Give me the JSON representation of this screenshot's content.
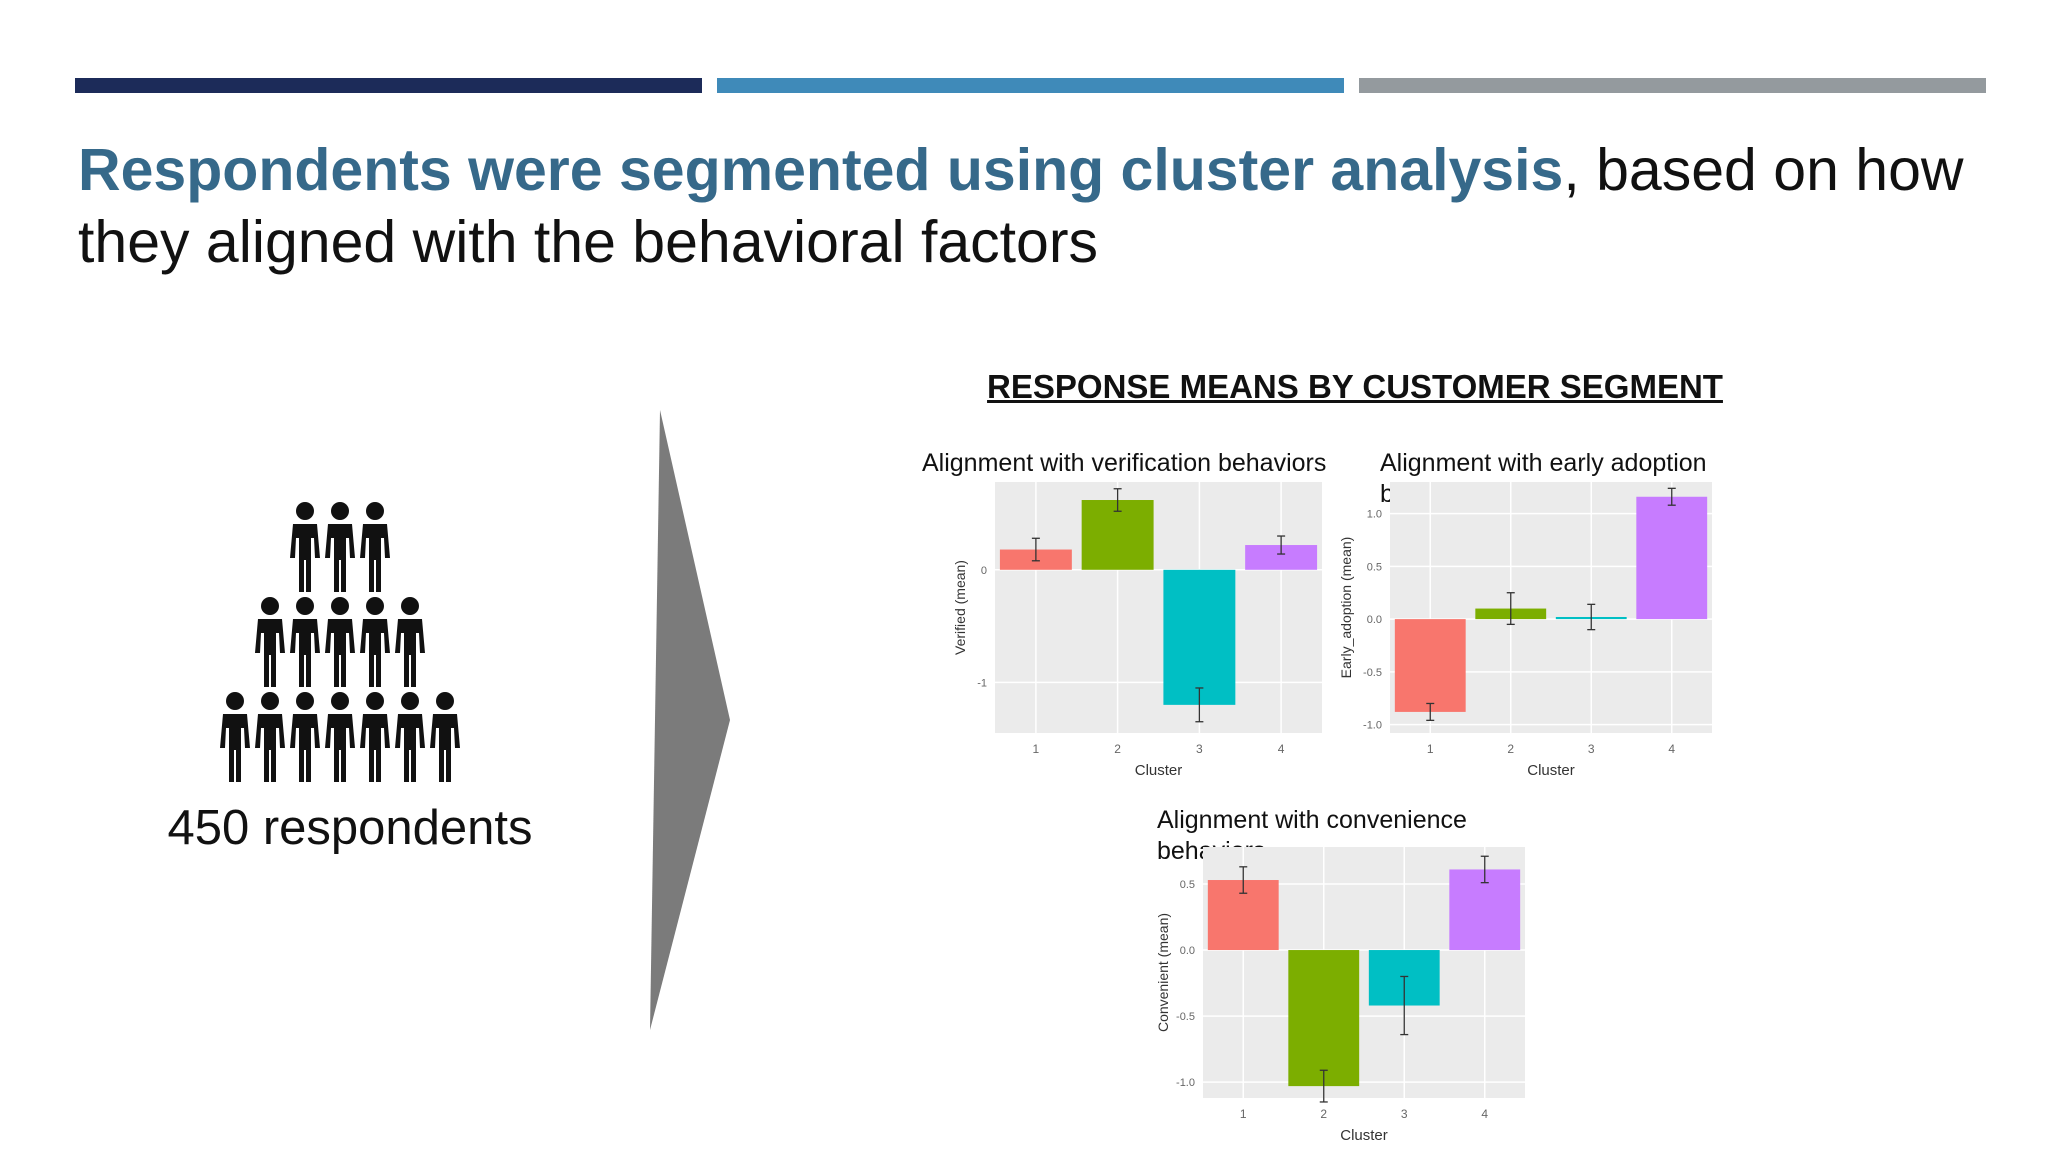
{
  "title": {
    "highlight": "Respondents were segmented using cluster analysis",
    "rest": ", based on how they aligned with the behavioral factors"
  },
  "respondents_label": "450 respondents",
  "chart_section_title": "RESPONSE MEANS BY CUSTOMER SEGMENT",
  "colors": {
    "cluster1": "#f8766d",
    "cluster2": "#7cae00",
    "cluster3": "#00bfc4",
    "cluster4": "#c77cff",
    "panel": "#ebebeb",
    "dark_blue": "#1c2b59",
    "mid_blue": "#3f8ab9",
    "gray": "#949a9e",
    "title_blue": "#36698a"
  },
  "icons": {
    "people": "people-pyramid-icon",
    "arrow": "chevron-arrow-icon"
  },
  "chart_data": [
    {
      "type": "bar",
      "title": "Alignment with verification behaviors",
      "xlabel": "Cluster",
      "ylabel": "Verified (mean)",
      "categories": [
        "1",
        "2",
        "3",
        "4"
      ],
      "values": [
        0.18,
        0.62,
        -1.2,
        0.22
      ],
      "errors": [
        0.1,
        0.1,
        0.15,
        0.08
      ],
      "ylim": [
        -1.45,
        0.78
      ],
      "yticks": [
        0,
        -1
      ],
      "ytick_labels": [
        "0",
        "-1"
      ]
    },
    {
      "type": "bar",
      "title": "Alignment with early adoption behaviors",
      "xlabel": "Cluster",
      "ylabel": "Early_adoption (mean)",
      "categories": [
        "1",
        "2",
        "3",
        "4"
      ],
      "values": [
        -0.88,
        0.1,
        0.02,
        1.16
      ],
      "errors": [
        0.08,
        0.15,
        0.12,
        0.08
      ],
      "ylim": [
        -1.08,
        1.3
      ],
      "yticks": [
        1.0,
        0.5,
        0.0,
        -0.5,
        -1.0
      ],
      "ytick_labels": [
        "1.0",
        "0.5",
        "0.0",
        "-0.5",
        "-1.0"
      ]
    },
    {
      "type": "bar",
      "title": "Alignment with convenience behaviors",
      "xlabel": "Cluster",
      "ylabel": "Convenient (mean)",
      "categories": [
        "1",
        "2",
        "3",
        "4"
      ],
      "values": [
        0.53,
        -1.03,
        -0.42,
        0.61
      ],
      "errors": [
        0.1,
        0.12,
        0.22,
        0.1
      ],
      "ylim": [
        -1.12,
        0.78
      ],
      "yticks": [
        0.5,
        0.0,
        -0.5,
        -1.0
      ],
      "ytick_labels": [
        "0.5",
        "0.0",
        "-0.5",
        "-1.0"
      ]
    }
  ]
}
